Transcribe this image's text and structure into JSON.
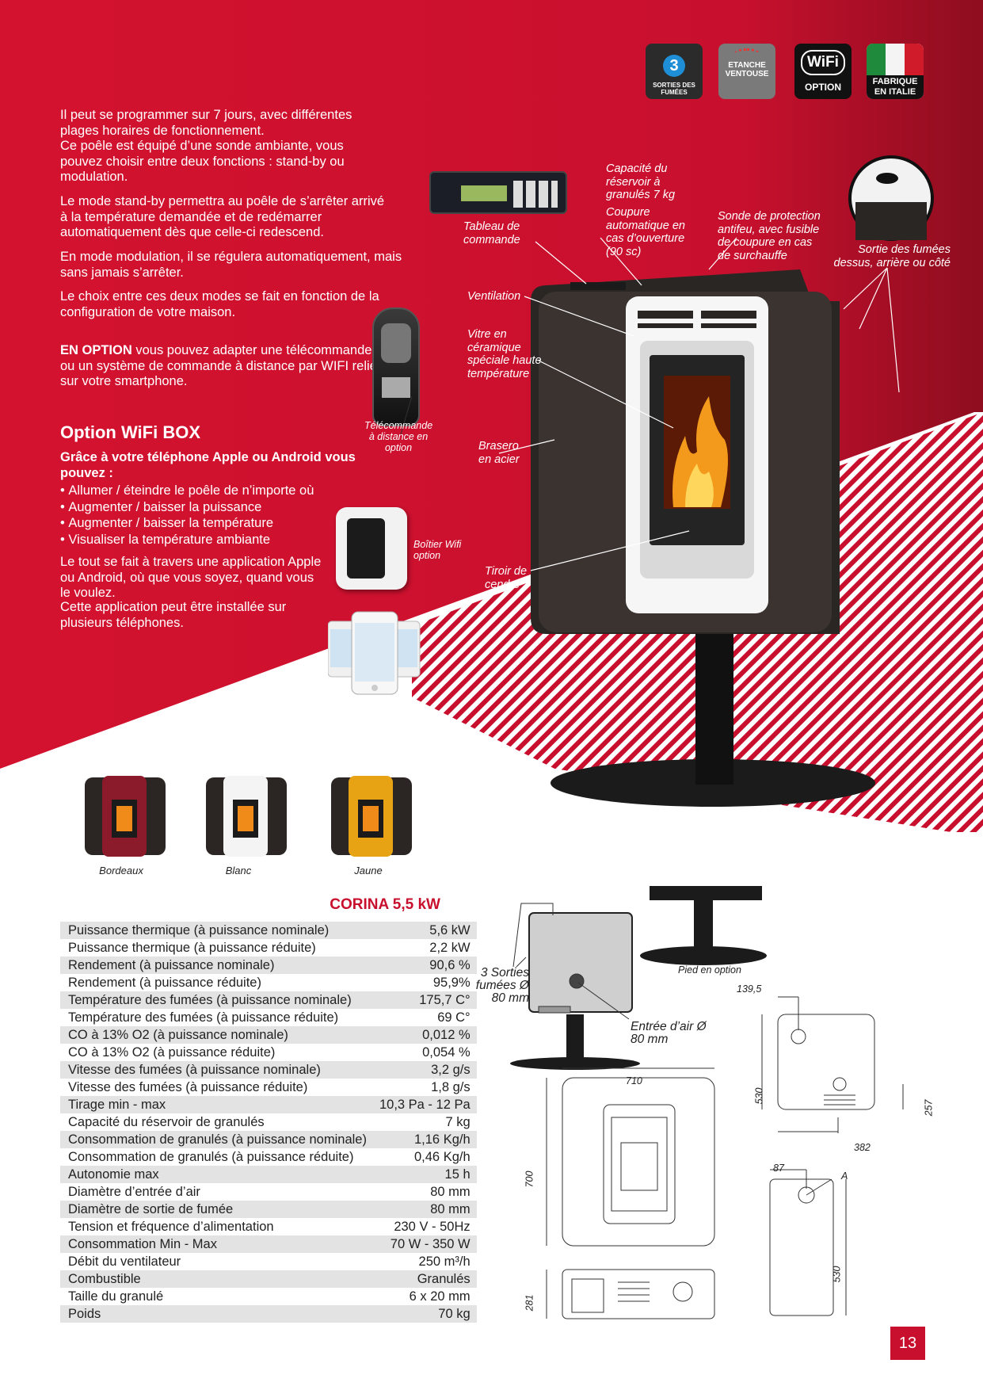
{
  "badges": {
    "fumes": {
      "number": "3",
      "text": "SORTIES DES FUMÉES"
    },
    "etanche": {
      "line1": "ETANCHE",
      "line2": "VENTOUSE"
    },
    "wifi": {
      "logo": "WiFi",
      "label": "OPTION"
    },
    "italie": {
      "line1": "FABRIQUE",
      "line2": "EN ITALIE"
    }
  },
  "intro": {
    "p1": "Il peut se programmer sur 7 jours, avec différentes plages horaires de fonctionnement.",
    "p2": "Ce poêle est équipé d’une sonde ambiante, vous pouvez choisir entre deux fonctions : stand-by ou modulation.",
    "p3": "Le mode stand-by permettra au poêle de s’arrêter arrivé à la température demandée et de redémarrer automatiquement dès que celle-ci redescend.",
    "p4": "En mode modulation, il se régulera automatiquement, mais sans jamais s’arrêter.",
    "p5": "Le choix entre ces deux modes se fait en fonction de la configuration de votre maison.",
    "option_strong": "EN OPTION",
    "option_rest": " vous pouvez adapter une télécommande ou un système de commande à distance par WIFI relié sur votre smartphone."
  },
  "wifi_box": {
    "title": "Option WiFi BOX",
    "subtitle": "Grâce à votre téléphone Apple ou Android vous pouvez :",
    "items": [
      "Allumer / éteindre le poêle de n’importe où",
      "Augmenter / baisser la puissance",
      "Augmenter / baisser la température",
      "Visualiser la température ambiante"
    ],
    "p1": "Le tout se fait à travers une application Apple ou Android, où que vous soyez, quand vous le voulez.",
    "p2": "Cette application peut être installée sur plusieurs téléphones."
  },
  "callouts": {
    "tableau": "Tableau de commande",
    "capacite": "Capacité du réservoir à granulés 7 kg",
    "coupure": "Coupure automatique en cas d’ouverture (90 sc)",
    "sonde": "Sonde de protection antifeu, avec fusible de coupure en cas de surchauffe",
    "sortie": "Sortie des fumées dessus, arrière ou côté",
    "ventilation": "Ventilation",
    "vitre": "Vitre en céramique spéciale haute température",
    "telecommande": "Télécommande à distance en option",
    "brasero": "Brasero en acier",
    "boitier": "Boîtier Wifi option",
    "tiroir": "Tiroir de cendre"
  },
  "variants": [
    {
      "label": "Bordeaux",
      "color": "#8b1a2b"
    },
    {
      "label": "Blanc",
      "color": "#f4f4f4"
    },
    {
      "label": "Jaune",
      "color": "#e8a314"
    }
  ],
  "spec": {
    "title": "CORINA 5,5 kW",
    "rows": [
      {
        "k": "Puissance thermique (à puissance nominale)",
        "v": "5,6 kW"
      },
      {
        "k": "Puissance thermique (à puissance réduite)",
        "v": "2,2 kW"
      },
      {
        "k": "Rendement (à puissance nominale)",
        "v": "90,6 %"
      },
      {
        "k": "Rendement (à puissance réduite)",
        "v": "95,9%"
      },
      {
        "k": "Température des fumées (à puissance nominale)",
        "v": "175,7 C°"
      },
      {
        "k": "Température des fumées (à puissance réduite)",
        "v": "69 C°"
      },
      {
        "k": "CO à 13% O2 (à puissance nominale)",
        "v": "0,012 %"
      },
      {
        "k": "CO à 13% O2 (à puissance réduite)",
        "v": "0,054 %"
      },
      {
        "k": "Vitesse des fumées (à puissance nominale)",
        "v": "3,2 g/s"
      },
      {
        "k": "Vitesse des fumées (à puissance réduite)",
        "v": "1,8 g/s"
      },
      {
        "k": "Tirage min - max",
        "v": "10,3 Pa  - 12 Pa"
      },
      {
        "k": "Capacité du réservoir de granulés",
        "v": "7 kg"
      },
      {
        "k": "Consommation de granulés (à puissance nominale)",
        "v": "1,16 Kg/h"
      },
      {
        "k": "Consommation de granulés (à puissance réduite)",
        "v": "0,46 Kg/h"
      },
      {
        "k": "Autonomie max",
        "v": "15 h"
      },
      {
        "k": "Diamètre d’entrée d’air",
        "v": "80 mm"
      },
      {
        "k": "Diamètre de sortie de fumée",
        "v": "80 mm"
      },
      {
        "k": "Tension et fréquence d’alimentation",
        "v": "230 V - 50Hz"
      },
      {
        "k": "Consommation Min - Max",
        "v": "70 W - 350 W"
      },
      {
        "k": "Débit du ventilateur",
        "v": "250 m³/h"
      },
      {
        "k": "Combustible",
        "v": "Granulés"
      },
      {
        "k": "Taille du granulé",
        "v": "6 x 20 mm"
      },
      {
        "k": "Poids",
        "v": "70 kg"
      }
    ]
  },
  "drawings": {
    "sorties": "3 Sorties fumées Ø 80 mm",
    "entree": "Entrée d’air Ø 80 mm",
    "pied": "Pied en option",
    "dims": {
      "d139": "139,5",
      "d530a": "530",
      "d257": "257",
      "d382": "382",
      "d710": "710",
      "d700": "700",
      "d281": "281",
      "d87": "87",
      "dA": "A",
      "d530b": "530"
    }
  },
  "page_number": "13",
  "colors": {
    "red": "#c8102e",
    "dark_red": "#a50f25"
  }
}
